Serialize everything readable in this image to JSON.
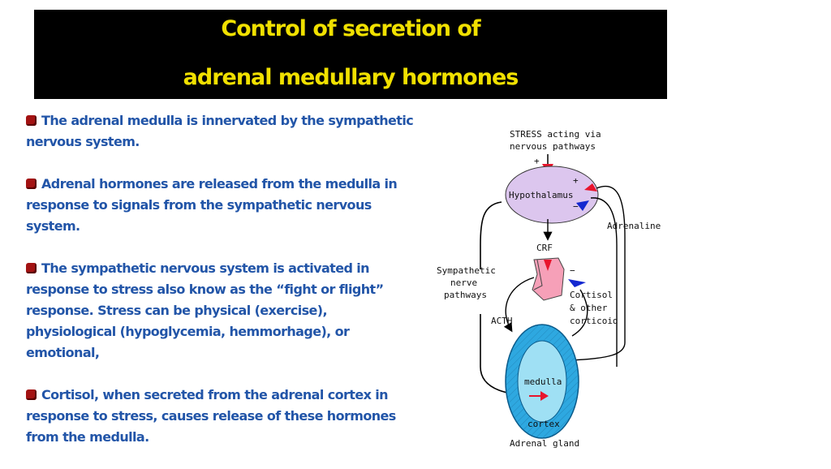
{
  "title": {
    "line1": "Control of secretion of",
    "line2": "adrenal medullary hormones"
  },
  "paragraphs": [
    {
      "text": "The adrenal medulla is innervated by the sympathetic nervous system."
    },
    {
      "text": "Adrenal hormones are released from the medulla in response to signals from the sympathetic nervous system."
    },
    {
      "text": "The sympathetic nervous system is activated in response to stress also know as the “fight or flight” response. Stress can be physical (exercise), physiological (hypoglycemia, hemmorhage), or emotional,"
    },
    {
      "text": "Cortisol, when secreted from the adrenal cortex in response to stress, causes release of these hormones from the medulla."
    }
  ],
  "diagram": {
    "stress_line1": "STRESS acting via",
    "stress_line2": "nervous pathways",
    "plus": "+",
    "minus": "−",
    "hypothalamus": "Hypothalamus",
    "adrenaline": "Adrenaline",
    "crf": "CRF",
    "symp_line1": "Sympathetic",
    "symp_line2": "nerve",
    "symp_line3": "pathways",
    "cortisol_line1": "Cortisol",
    "cortisol_line2": "& other",
    "cortisol_line3": "corticoid",
    "acth": "ACTH",
    "medulla": "medulla",
    "cortex": "cortex",
    "adrenal_gland": "Adrenal gland",
    "colors": {
      "hypothalamus": "#dcc6ee",
      "cortex": "#2ea8e0",
      "medulla": "#9fe0f4",
      "pituitary": "#f6a0b8",
      "red_arrow": "#e8142c",
      "blue_arrow": "#1428d0"
    }
  }
}
